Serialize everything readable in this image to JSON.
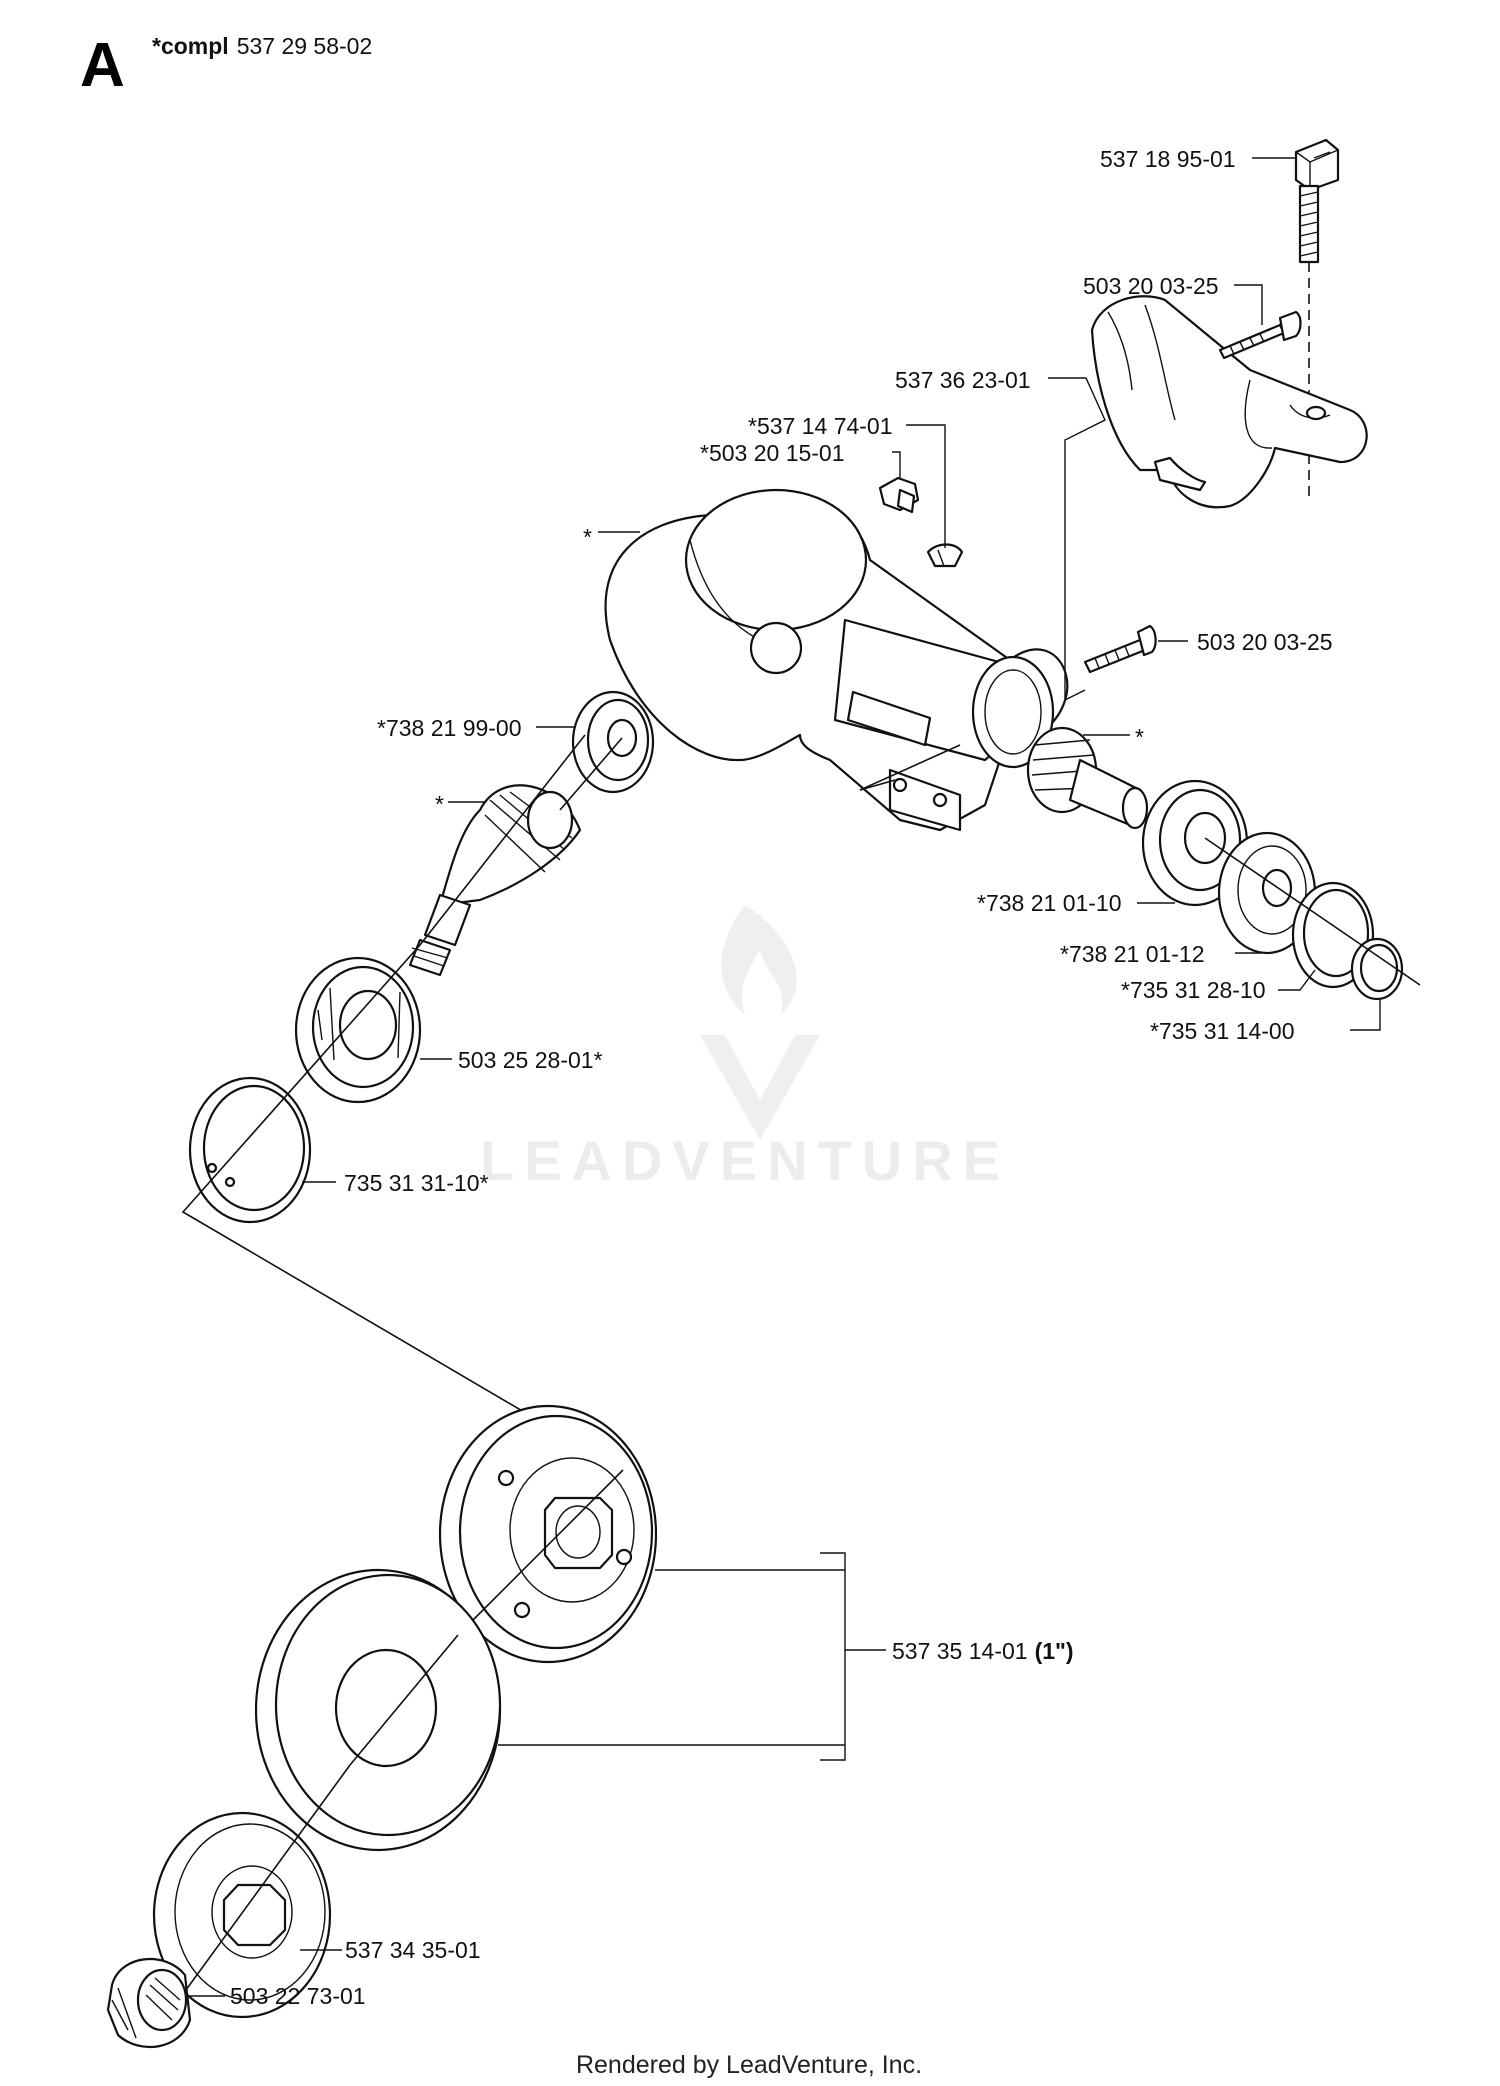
{
  "section": {
    "letter": "A",
    "compl_prefix": "*compl",
    "compl_number": "537 29 58-02"
  },
  "labels": {
    "p537_18_95_01": "537 18 95-01",
    "p503_20_03_25_top": "503 20 03-25",
    "p537_36_23_01": "537 36 23-01",
    "p537_14_74_01": "*537 14 74-01",
    "p503_20_15_01": "*503 20 15-01",
    "housing_star": "*",
    "p503_20_03_25_mid": "503 20 03-25",
    "p738_21_99_00": "*738 21 99-00",
    "pinion_star": "*",
    "bevel_star": "*",
    "p738_21_01_10": "*738 21 01-10",
    "p738_21_01_12": "*738 21 01-12",
    "p735_31_28_10": "*735 31 28-10",
    "p735_31_14_00": "*735 31 14-00",
    "p503_25_28_01": "503 25 28-01*",
    "p735_31_31_10": "735 31 31-10*",
    "p537_35_14_01": "537 35 14-01",
    "p537_35_14_01_size": "(1\")",
    "p537_34_35_01": "537 34 35-01",
    "p503_22_73_01": "503 22 73-01"
  },
  "watermark": "LEADVENTURE",
  "footer": "Rendered by LeadVenture, Inc."
}
